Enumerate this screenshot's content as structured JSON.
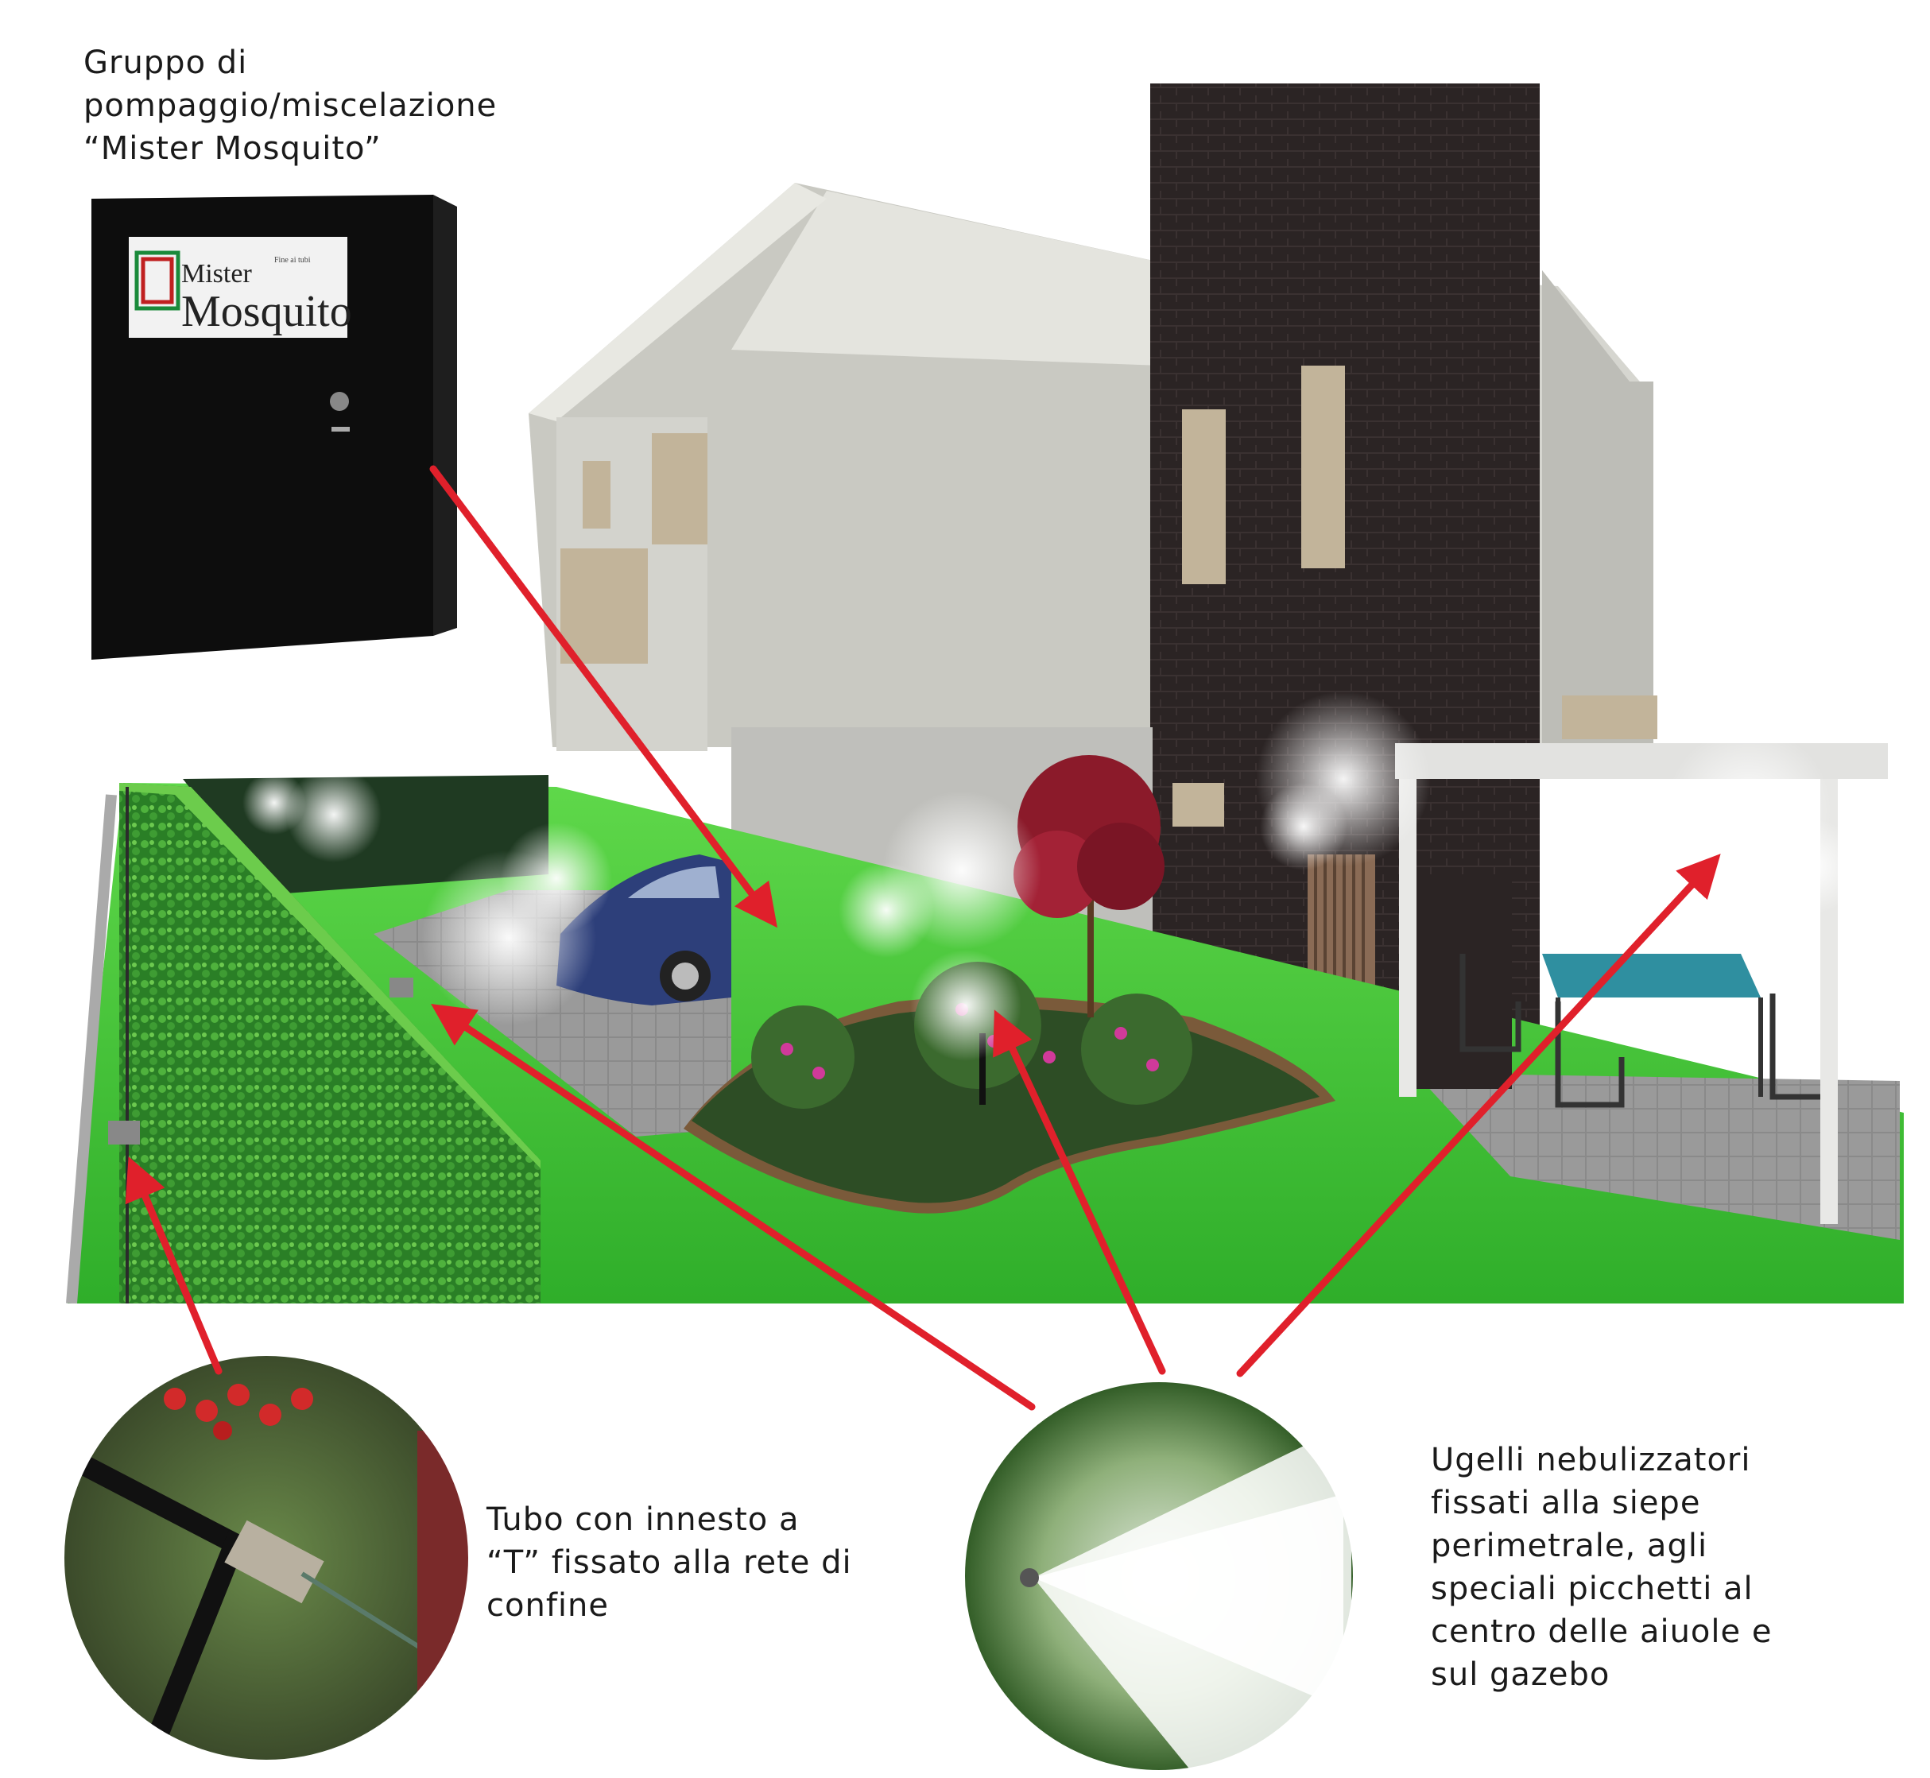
{
  "labels": {
    "pump_box": "Gruppo di\npompaggio/miscelazione\n“Mister Mosquito”",
    "tube": "Tubo con innesto a\n“T” fissato alla rete di\nconfine",
    "nozzles": "Ugelli nebulizzatori\nfissati alla siepe\nperimetrale, agli\nspeciali picchetti al\ncentro delle aiuole e\nsul gazebo"
  },
  "logo": {
    "line1": "Mister",
    "line2": "Mosquito",
    "tagline": "Fine ai tubi"
  },
  "colors": {
    "arrow": "#e0202b",
    "grass": "#3fc23a",
    "hedge": "#2f8a2a",
    "brick": "#2b2424",
    "wall": "#d9d9d4",
    "box": "#0d0d0d"
  }
}
